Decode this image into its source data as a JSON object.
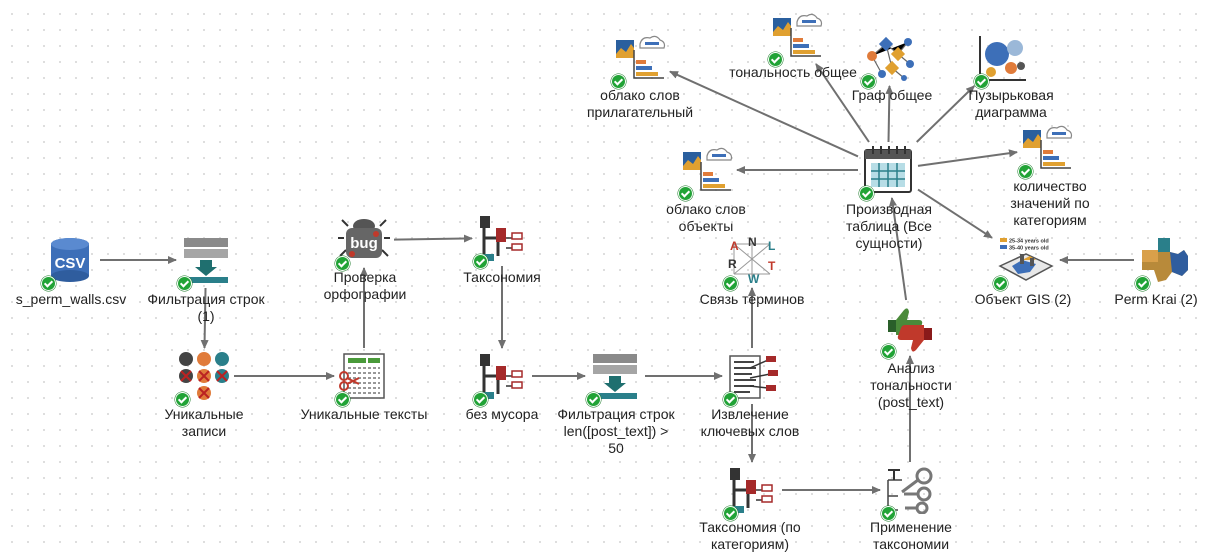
{
  "nodes": {
    "csv": {
      "label": "s_perm_walls.csv",
      "badge": "CSV",
      "icon": "csv-database-icon"
    },
    "filter1": {
      "label": "Фильтрация строк\n(1)",
      "icon": "row-filter-icon"
    },
    "unique": {
      "label": "Уникальные\nзаписи",
      "icon": "unique-records-icon"
    },
    "spell": {
      "label": "Проверка\nорфографии",
      "badge": "bug",
      "icon": "spell-check-bug-icon"
    },
    "uniquetexts": {
      "label": "Уникальные тексты",
      "icon": "text-scissors-icon"
    },
    "taxonomy": {
      "label": "Таксономия",
      "icon": "taxonomy-icon"
    },
    "nogarbage": {
      "label": "без мусора",
      "icon": "taxonomy-icon"
    },
    "filterlen": {
      "label": "Фильтрация строк\nlen([post_text]) >\n50",
      "icon": "row-filter-icon"
    },
    "keywords": {
      "label": "Извлечение\nключевых слов",
      "icon": "keyword-extraction-icon"
    },
    "termlinks": {
      "label": "Связь терминов",
      "icon": "term-network-icon"
    },
    "cloudobj": {
      "label": "облако слов\nобъекты",
      "icon": "word-cloud-icon"
    },
    "cloudadj": {
      "label": "облако слов\nприлагательный",
      "icon": "word-cloud-icon"
    },
    "tone_all": {
      "label": "тональность общее",
      "icon": "word-cloud-icon"
    },
    "graph": {
      "label": "Граф общее",
      "icon": "graph-icon"
    },
    "bubble": {
      "label": "Пузырьковая\nдиаграмма",
      "icon": "bubble-chart-icon"
    },
    "derived": {
      "label": "Производная\nтаблица (Все\nсущности)",
      "icon": "calendar-table-icon"
    },
    "countcat": {
      "label": "количество\nзначений по\nкатегориям",
      "icon": "word-cloud-icon"
    },
    "gis": {
      "label": "Объект GIS  (2)",
      "legend": [
        "25-34 years old",
        "35-40 years old"
      ],
      "icon": "gis-map-icon"
    },
    "permkrai": {
      "label": "Perm Krai (2)",
      "icon": "region-map-icon"
    },
    "sentiment": {
      "label": "Анализ\nтональности\n(post_text)",
      "icon": "thumbs-sentiment-icon"
    },
    "taxcat": {
      "label": "Таксономия (по\nкатегориям)",
      "icon": "taxonomy-icon"
    },
    "applytax": {
      "label": "Применение\nтаксономии",
      "icon": "keys-apply-icon"
    }
  },
  "edges": [
    [
      "csv",
      "filter1"
    ],
    [
      "filter1",
      "unique"
    ],
    [
      "unique",
      "uniquetexts"
    ],
    [
      "uniquetexts",
      "spell"
    ],
    [
      "spell",
      "taxonomy"
    ],
    [
      "taxonomy",
      "nogarbage"
    ],
    [
      "nogarbage",
      "filterlen"
    ],
    [
      "filterlen",
      "keywords"
    ],
    [
      "keywords",
      "termlinks"
    ],
    [
      "keywords",
      "taxcat"
    ],
    [
      "taxcat",
      "applytax"
    ],
    [
      "applytax",
      "sentiment"
    ],
    [
      "sentiment",
      "derived"
    ],
    [
      "derived",
      "cloudobj"
    ],
    [
      "derived",
      "cloudadj"
    ],
    [
      "derived",
      "tone_all"
    ],
    [
      "derived",
      "graph"
    ],
    [
      "derived",
      "bubble"
    ],
    [
      "derived",
      "countcat"
    ],
    [
      "derived",
      "gis"
    ],
    [
      "permkrai",
      "gis"
    ]
  ],
  "colors": {
    "edge": "#707070",
    "status_ok": "#21a336",
    "accent_red": "#c0392b",
    "accent_teal": "#2a7f8a",
    "accent_blue": "#3d6fb8"
  }
}
